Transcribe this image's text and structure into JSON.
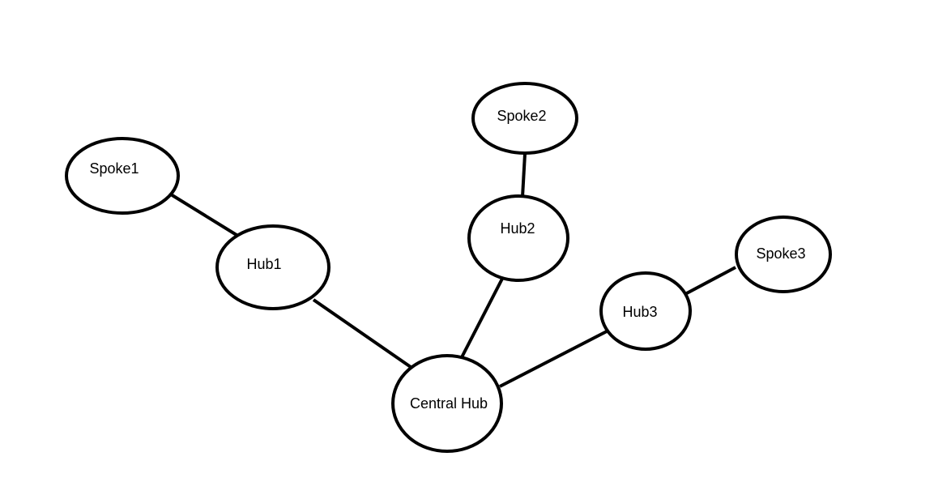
{
  "diagram": {
    "type": "network-topology",
    "stroke_color": "#000000",
    "fill_color": "#ffffff",
    "nodes": [
      {
        "id": "spoke1",
        "label": "Spoke1"
      },
      {
        "id": "hub1",
        "label": "Hub1"
      },
      {
        "id": "spoke2",
        "label": "Spoke2"
      },
      {
        "id": "hub2",
        "label": "Hub2"
      },
      {
        "id": "spoke3",
        "label": "Spoke3"
      },
      {
        "id": "hub3",
        "label": "Hub3"
      },
      {
        "id": "central-hub",
        "label": "Central Hub"
      }
    ],
    "edges": [
      {
        "from": "spoke1",
        "to": "hub1"
      },
      {
        "from": "hub1",
        "to": "central-hub"
      },
      {
        "from": "spoke2",
        "to": "hub2"
      },
      {
        "from": "hub2",
        "to": "central-hub"
      },
      {
        "from": "spoke3",
        "to": "hub3"
      },
      {
        "from": "hub3",
        "to": "central-hub"
      }
    ]
  }
}
